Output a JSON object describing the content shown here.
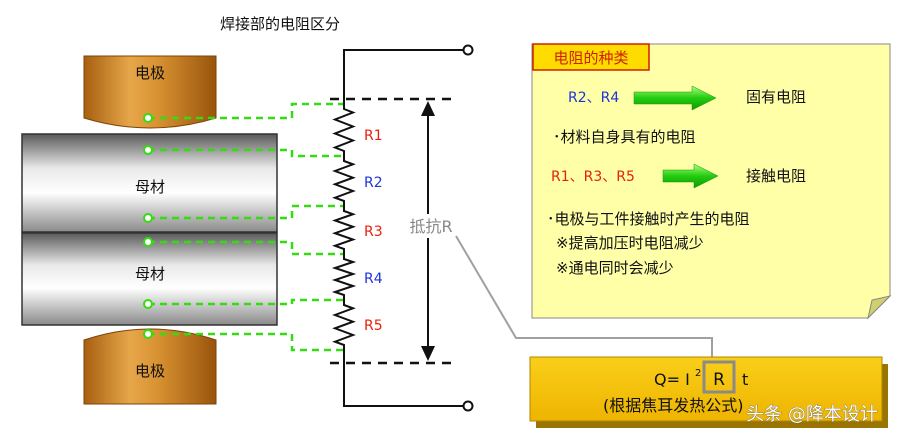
{
  "title": "焊接部的电阻区分",
  "electrode_label": "电极",
  "base_metal_label": "母材",
  "resistors": [
    {
      "label": "R1",
      "color": "#e8200a"
    },
    {
      "label": "R2",
      "color": "#1c34d8"
    },
    {
      "label": "R3",
      "color": "#e8200a"
    },
    {
      "label": "R4",
      "color": "#1c34d8"
    },
    {
      "label": "R5",
      "color": "#e8200a"
    }
  ],
  "resistance_label": "抵抗R",
  "note": {
    "header": "电阻的种类",
    "row1_left": "R2、R4",
    "row1_right": "固有电阻",
    "line1": "･材料自身具有的电阻",
    "row2_left": "R1、R3、R5",
    "row2_right": "接触电阻",
    "line2": "･电极与工件接触时产生的电阻",
    "line3": "※提高加压时电阻减少",
    "line4": "※通电同时会减少"
  },
  "formula": {
    "prefix": "Q= I",
    "exponent": "2",
    "variable": "R",
    "suffix": "t",
    "caption": "(根据焦耳发热公式)"
  },
  "watermark": "头条 @降本设计",
  "colors": {
    "electrode": "#d08a1e",
    "dashed_green": "#33dd11",
    "note_bg": "#ffffa8",
    "formula_bg": "#f5c000",
    "red": "#e8200a",
    "blue": "#1c34d8"
  }
}
